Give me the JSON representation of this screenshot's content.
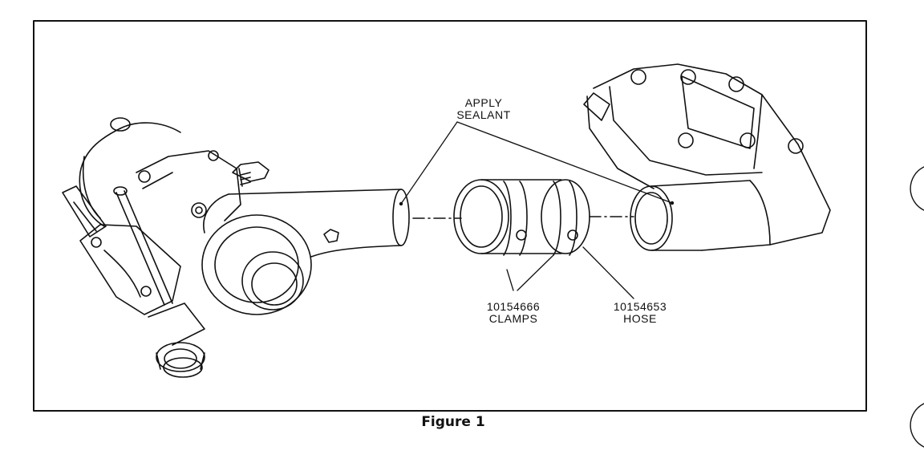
{
  "figure": {
    "caption": "Figure 1",
    "callouts": {
      "sealant": {
        "line1": "APPLY",
        "line2": "SEALANT"
      },
      "clamps": {
        "part_number": "10154666",
        "label": "CLAMPS"
      },
      "hose": {
        "part_number": "10154653",
        "label": "HOSE"
      }
    }
  }
}
